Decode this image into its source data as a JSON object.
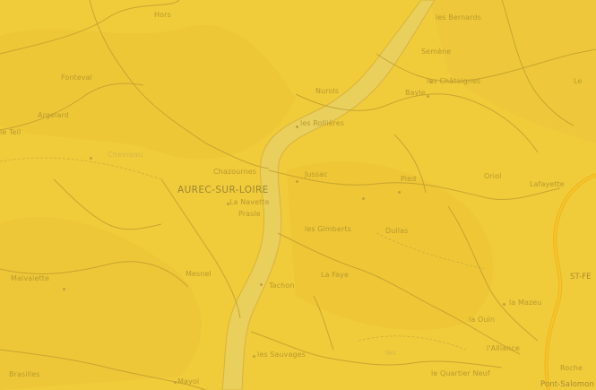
{
  "map": {
    "colors": {
      "background": "#f0cb3a",
      "river": "#e9cf5c",
      "river_edge": "#d8b43a",
      "roads": "#b8962c",
      "main_road": "#f0b51a",
      "label": "#b99a2e"
    },
    "places": {
      "aurec": "AUREC-SUR-LOIRE",
      "lanavette": "La Navette",
      "prasle": "Prasle",
      "chazournes": "Chazournes",
      "jussac": "Jussac",
      "bernards": "les Bernards",
      "semene": "Semène",
      "chataignes": "les Châtaignes",
      "nurols": "Nurols",
      "bayle": "Bayle",
      "rollieres": "les Rollières",
      "hors": "Hors",
      "oriol": "Oriol",
      "lafayette": "Lafayette",
      "pied": "Pied",
      "gimberts": "les Gimberts",
      "dullas": "Dullas",
      "lafaye": "La Faye",
      "tachon": "Tachon",
      "mesnel": "Mesnel",
      "malvalette": "Malvalette",
      "mazeu": "la Mazeu",
      "ouin": "la Ouin",
      "alliance": "l'Alliance",
      "quartier_neuf": "le Quartier Neuf",
      "sauvages": "les Sauvages",
      "mayol": "Mayol",
      "brasilles": "Brasilles",
      "stferreol": "ST-FE",
      "roche": "Roche",
      "pontsalomon": "Pont-Salomon",
      "les": "les",
      "lec": "Le",
      "chevreau": "Chevreau",
      "fonteval": "Fonteval",
      "argelard": "Argelard",
      "leteil": "le Teil"
    }
  }
}
